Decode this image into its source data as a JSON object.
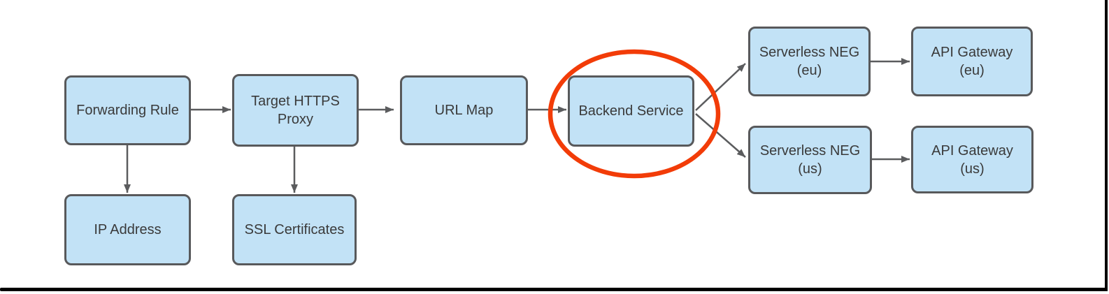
{
  "diagram": {
    "title": "",
    "nodes": {
      "forwarding_rule": {
        "label": "Forwarding Rule"
      },
      "target_https_proxy": {
        "label": "Target HTTPS\nProxy"
      },
      "url_map": {
        "label": "URL Map"
      },
      "backend_service": {
        "label": "Backend Service"
      },
      "serverless_neg_eu": {
        "label": "Serverless NEG\n(eu)"
      },
      "api_gateway_eu": {
        "label": "API Gateway\n(eu)"
      },
      "serverless_neg_us": {
        "label": "Serverless NEG\n(us)"
      },
      "api_gateway_us": {
        "label": "API Gateway\n(us)"
      },
      "ip_address": {
        "label": "IP Address"
      },
      "ssl_certificates": {
        "label": "SSL Certificates"
      }
    },
    "edges": [
      {
        "from": "Forwarding Rule",
        "to": "Target HTTPS Proxy"
      },
      {
        "from": "Forwarding Rule",
        "to": "IP Address"
      },
      {
        "from": "Target HTTPS Proxy",
        "to": "URL Map"
      },
      {
        "from": "Target HTTPS Proxy",
        "to": "SSL Certificates"
      },
      {
        "from": "URL Map",
        "to": "Backend Service"
      },
      {
        "from": "Backend Service",
        "to": "Serverless NEG (eu)"
      },
      {
        "from": "Backend Service",
        "to": "Serverless NEG (us)"
      },
      {
        "from": "Serverless NEG (eu)",
        "to": "API Gateway (eu)"
      },
      {
        "from": "Serverless NEG (us)",
        "to": "API Gateway (us)"
      }
    ],
    "highlight": {
      "shape": "ellipse",
      "around": "Backend Service",
      "color": "#F23C08"
    },
    "colors": {
      "node_fill": "#C2E2F6",
      "node_border": "#58595B",
      "connector": "#5B5C5E",
      "highlight": "#F23C08",
      "text": "#3A3A3A",
      "frame": "#000000"
    }
  }
}
